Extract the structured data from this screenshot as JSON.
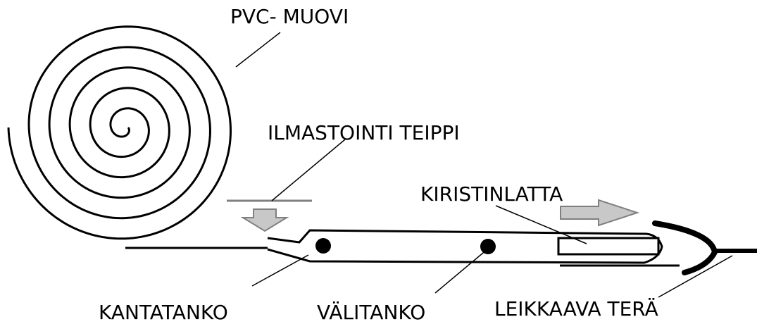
{
  "labels": {
    "pvc": "PVC- MUOVI",
    "ilmastointi": "ILMASTOINTI TEIPPI",
    "kiristinlatta": "KIRISTINLATTA",
    "kantatanko": "KANTATANKO",
    "valitanko": "VÄLITANKO",
    "leikkaava": "LEIKKAAVA TERÄ"
  },
  "colors": {
    "line": "#000000",
    "arrow_fill": "#c8c8c8",
    "arrow_stroke": "#808080",
    "tape": "#808080"
  }
}
